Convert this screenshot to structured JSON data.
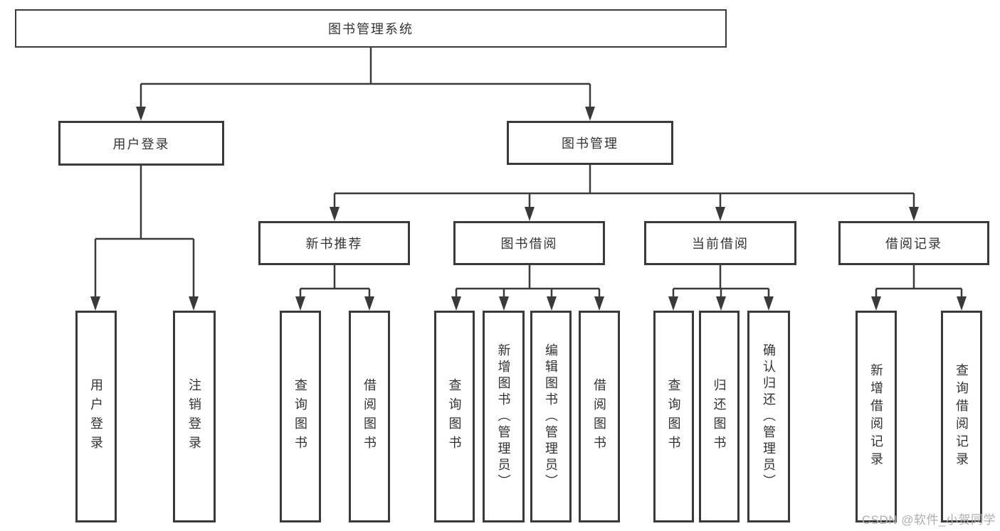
{
  "diagram_title": "图书管理系统",
  "nodes": {
    "root": "图书管理系统",
    "level2": {
      "user_login": "用户登录",
      "book_management": "图书管理"
    },
    "level3": {
      "new_book_recommend": "新书推荐",
      "book_borrow": "图书借阅",
      "current_borrow": "当前借阅",
      "borrow_records": "借阅记录"
    },
    "leaves": {
      "user_login": "用户登录",
      "logout": "注销登录",
      "rec_query_books": "查询图书",
      "rec_borrow_books": "借阅图书",
      "bb_query_books": "查询图书",
      "bb_add_books_admin": "新增图书（管理员）",
      "bb_edit_books_admin": "编辑图书（管理员）",
      "bb_borrow_books": "借阅图书",
      "cb_query_books": "查询图书",
      "cb_return_books": "归还图书",
      "cb_confirm_return_admin": "确认归还（管理员）",
      "br_add_record": "新增借阅记录",
      "br_query_record": "查询借阅记录"
    }
  },
  "watermark": "CSDN @软件_小贺同学",
  "colors": {
    "line": "#3a3a3a",
    "box_border": "#3a3a3a",
    "text": "#333333",
    "watermark": "#aeaeae",
    "background": "#ffffff"
  }
}
